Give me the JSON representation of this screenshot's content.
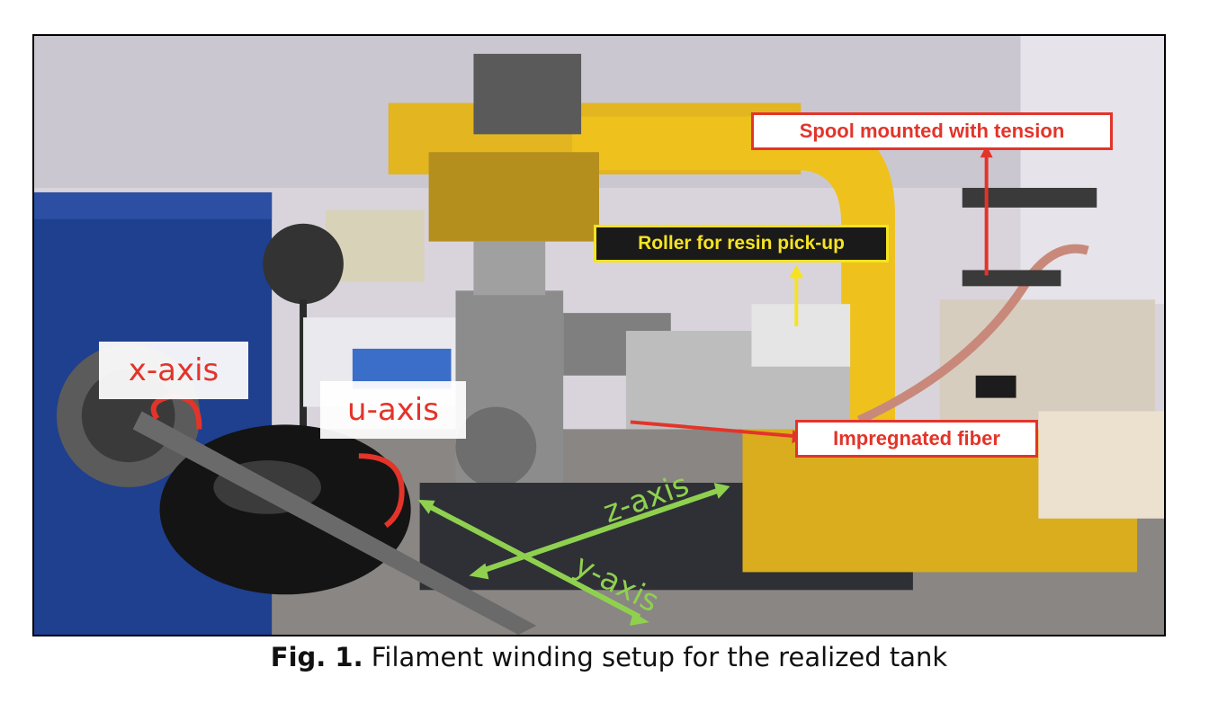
{
  "labels": {
    "spool": "Spool mounted with tension",
    "roller": "Roller for resin pick-up",
    "fiber": "Impregnated fiber",
    "x_axis": "x-axis",
    "u_axis": "u-axis",
    "z_axis": "z-axis",
    "y_axis": "y-axis"
  },
  "caption": {
    "prefix": "Fig. 1.",
    "text": " Filament winding setup for the realized tank"
  },
  "colors": {
    "callout_red": "#e3342a",
    "callout_yellow": "#f5e323",
    "axis_green": "#8fd14f",
    "machine_yellow": "#f2c21b"
  }
}
